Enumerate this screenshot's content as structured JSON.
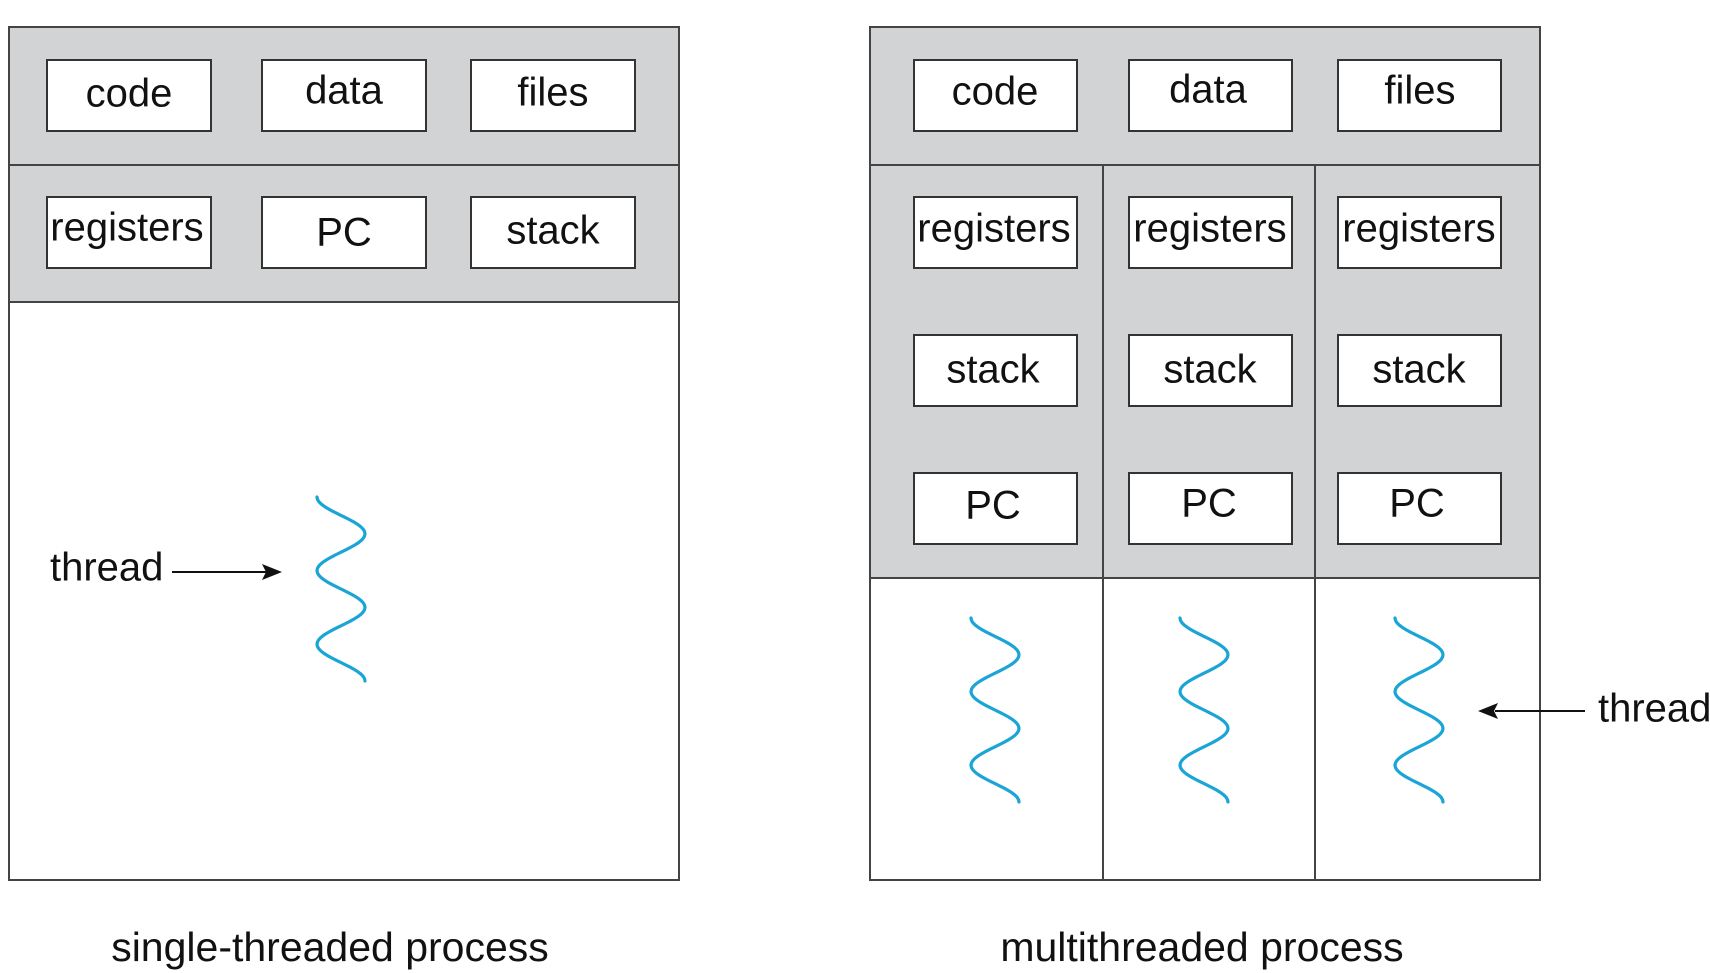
{
  "colors": {
    "thread": "#1aa5d6",
    "shared_region": "#d1d3d4",
    "border": "#444444"
  },
  "single": {
    "caption": "single-threaded process",
    "shared": {
      "code": "code",
      "data": "data",
      "files": "files"
    },
    "thread_state": {
      "registers": "registers",
      "pc": "PC",
      "stack": "stack"
    },
    "thread_label": "thread",
    "thread_icon": "thread-squiggle-icon"
  },
  "multi": {
    "caption": "multithreaded process",
    "shared": {
      "code": "code",
      "data": "data",
      "files": "files"
    },
    "threads": [
      {
        "registers": "registers",
        "stack": "stack",
        "pc": "PC"
      },
      {
        "registers": "registers",
        "stack": "stack",
        "pc": "PC"
      },
      {
        "registers": "registers",
        "stack": "stack",
        "pc": "PC"
      }
    ],
    "thread_label": "thread",
    "thread_icon": "thread-squiggle-icon"
  }
}
